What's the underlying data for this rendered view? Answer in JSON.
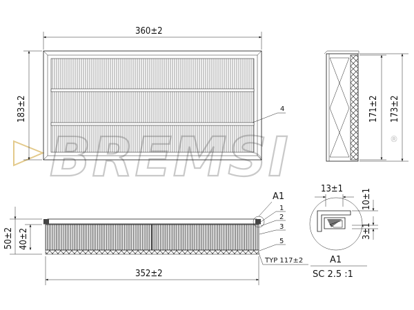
{
  "top_view": {
    "width_dim": "360±2",
    "height_dim": "183±2",
    "leader_label": "4"
  },
  "side_view": {
    "inner_dim": "171±2",
    "outer_dim": "173±2"
  },
  "front_view": {
    "height_dim": "50±2",
    "inner_height_dim": "40±2",
    "length_dim": "352±2",
    "typ_label": "TYP 117±2",
    "callouts": [
      "1",
      "2",
      "3",
      "5"
    ],
    "detail_ref": "A1"
  },
  "detail": {
    "title": "A1",
    "scale": "SC 2.5 :1",
    "width_dim": "13±1",
    "height_dim": "10±1",
    "small_dim": "3±1"
  },
  "watermark": {
    "text": "BREMSI",
    "mark": "®"
  }
}
